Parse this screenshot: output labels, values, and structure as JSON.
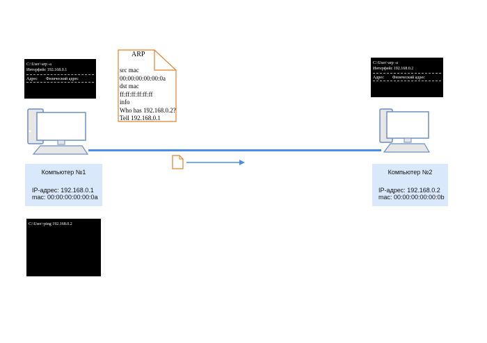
{
  "terminal1": {
    "cmd": "C:\\User>arp -a",
    "iface": "Интерфейс 192.168.0.1",
    "col_addr": "Адрес",
    "col_phys": "Физический адрес"
  },
  "terminal2": {
    "cmd": "C:\\User>arp -a",
    "iface": "Интерфейс 192.168.0.2",
    "col_addr": "Адрес",
    "col_phys": "Физический адрес"
  },
  "terminal_ping": {
    "cmd": "C:\\User>ping 192.168.0.2"
  },
  "arp_packet": {
    "title": "ARP",
    "lines": [
      "src mac",
      "00:00:00:00:00:0a",
      "dst mac",
      "ff:ff:ff:ff:ff:ff",
      "info",
      "Who has 192.168.0.2?",
      "Tell 192.168.0.1"
    ]
  },
  "computer1": {
    "name": "Компьютер №1",
    "ip": "IP-адрес: 192.168.0.1",
    "mac": "mac: 00:00:00:00:00:0a"
  },
  "computer2": {
    "name": "Компьютер №2",
    "ip": "IP-адрес: 192.168.0.2",
    "mac": "mac: 00:00:00:00:00:0b"
  },
  "colors": {
    "link": "#4a8fe6",
    "packet": "#e0822c",
    "info_bg": "#dae8fc",
    "pc_stroke": "#6c8ebf"
  }
}
